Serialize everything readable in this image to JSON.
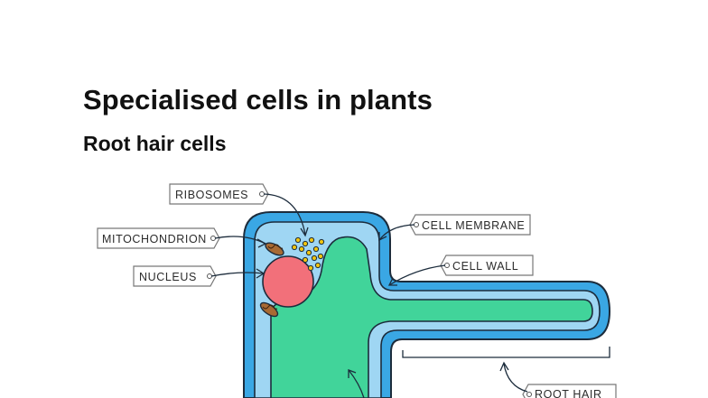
{
  "title": "Specialised cells in plants",
  "subtitle": "Root hair cells",
  "labels": {
    "ribosomes": "RIBOSOMES",
    "mitochondrion": "MITOCHONDRION",
    "nucleus": "NUCLEUS",
    "cell_membrane": "CELL  MEMBRANE",
    "cell_wall": "CELL WALL",
    "root_hair": "ROOT  HAIR"
  },
  "colors": {
    "cell_wall": "#3aa7e4",
    "gap": "#9fd6f3",
    "cytoplasm": "#41d49a",
    "nucleus": "#f2707a",
    "mitochondrion": "#a86a33",
    "ribosome": "#f1c40f",
    "outline": "#1c2c3c"
  },
  "icons": {
    "tag_shape": "label-tag-icon",
    "connector": "curved-arrow-icon"
  }
}
